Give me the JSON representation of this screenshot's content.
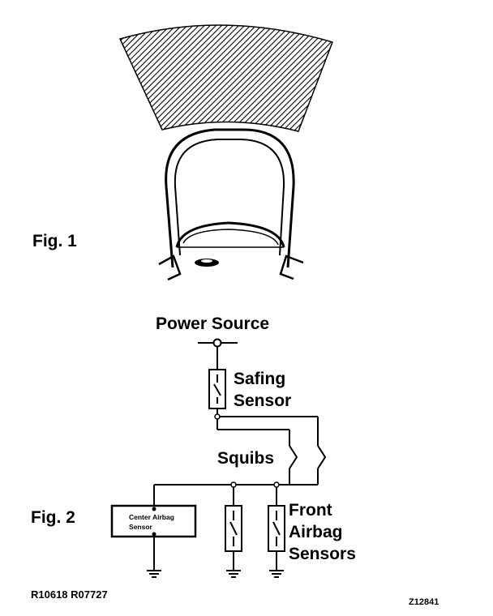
{
  "fig1": {
    "label": "Fig. 1"
  },
  "fig2": {
    "label": "Fig. 2",
    "power_source": "Power Source",
    "safing_sensor": [
      "Safing",
      "Sensor"
    ],
    "squibs": "Squibs",
    "center_sensor": [
      "Center Airbag",
      "Sensor"
    ],
    "front_sensors": [
      "Front",
      "Airbag",
      "Sensors"
    ]
  },
  "footer": {
    "left_code": "R10618 R07727",
    "right_code": "Z12841"
  }
}
